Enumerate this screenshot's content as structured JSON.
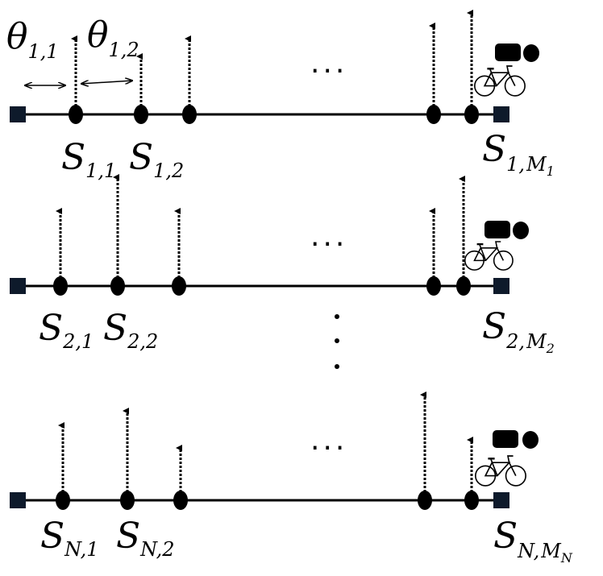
{
  "labels": {
    "theta_1_1_main": "θ",
    "theta_1_1_sub": "1,1",
    "theta_1_2_main": "θ",
    "theta_1_2_sub": "1,2",
    "r1_s1_main": "S",
    "r1_s1_sub": "1,1",
    "r1_s2_main": "S",
    "r1_s2_sub": "1,2",
    "r1_end_main": "S",
    "r1_end_sub": "1,",
    "r1_end_subsub_main": "M",
    "r1_end_subsub_sub": "1",
    "r2_s1_main": "S",
    "r2_s1_sub": "2,1",
    "r2_s2_main": "S",
    "r2_s2_sub": "2,2",
    "r2_end_main": "S",
    "r2_end_sub": "2,",
    "r2_end_subsub_main": "M",
    "r2_end_subsub_sub": "2",
    "r3_s1_main": "S",
    "r3_s1_sub": "N,1",
    "r3_s2_main": "S",
    "r3_s2_sub": "N,2",
    "r3_end_main": "S",
    "r3_end_sub": "N,",
    "r3_end_subsub_main": "M",
    "r3_end_subsub_sub": "N"
  },
  "ellipsis_h": "···",
  "ellipsis_v": "⋮"
}
